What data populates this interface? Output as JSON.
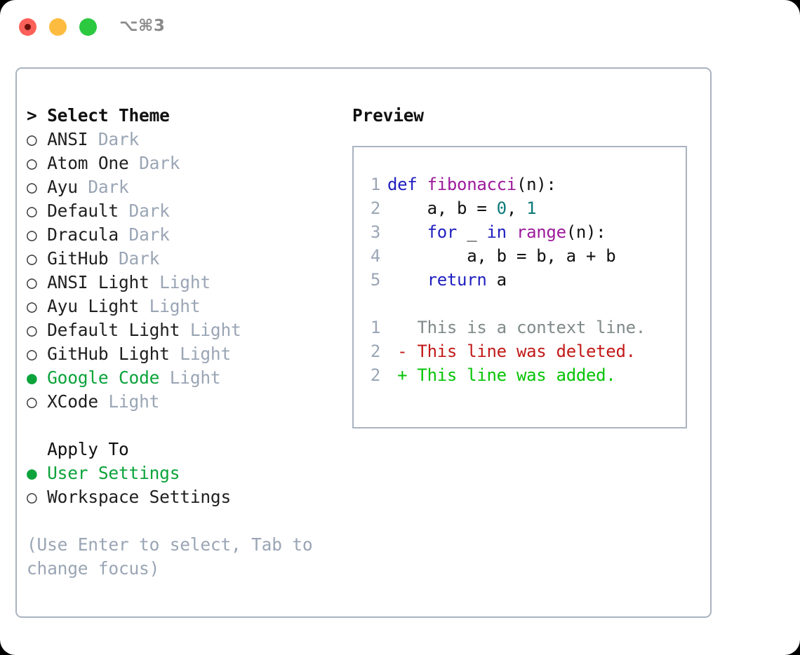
{
  "window": {
    "title": "⌥⌘3",
    "traffic_lights": [
      "close-red-record",
      "minimize-yellow",
      "maximize-green"
    ]
  },
  "theme_list": {
    "header": "> Select Theme",
    "options": [
      {
        "bullet": "○",
        "label": "ANSI",
        "suffix": "Dark",
        "selected": false
      },
      {
        "bullet": "○",
        "label": "Atom One",
        "suffix": "Dark",
        "selected": false
      },
      {
        "bullet": "○",
        "label": "Ayu",
        "suffix": "Dark",
        "selected": false
      },
      {
        "bullet": "○",
        "label": "Default",
        "suffix": "Dark",
        "selected": false
      },
      {
        "bullet": "○",
        "label": "Dracula",
        "suffix": "Dark",
        "selected": false
      },
      {
        "bullet": "○",
        "label": "GitHub",
        "suffix": "Dark",
        "selected": false
      },
      {
        "bullet": "○",
        "label": "ANSI Light",
        "suffix": "Light",
        "selected": false
      },
      {
        "bullet": "○",
        "label": "Ayu Light",
        "suffix": "Light",
        "selected": false
      },
      {
        "bullet": "○",
        "label": "Default Light",
        "suffix": "Light",
        "selected": false
      },
      {
        "bullet": "○",
        "label": "GitHub Light",
        "suffix": "Light",
        "selected": false
      },
      {
        "bullet": "●",
        "label": "Google Code",
        "suffix": "Light",
        "selected": true
      },
      {
        "bullet": "○",
        "label": "XCode",
        "suffix": "Light",
        "selected": false
      }
    ]
  },
  "apply_to": {
    "header": "  Apply To",
    "options": [
      {
        "bullet": "●",
        "label": "User Settings",
        "selected": true
      },
      {
        "bullet": "○",
        "label": "Workspace Settings",
        "selected": false
      }
    ]
  },
  "hint": "(Use Enter to select, Tab to change focus)",
  "preview": {
    "title": "Preview",
    "code_lines": [
      {
        "num": "1",
        "tokens": [
          {
            "t": "def ",
            "c": "kw"
          },
          {
            "t": "fibonacci",
            "c": "fn"
          },
          {
            "t": "(n):",
            "c": "pun"
          }
        ]
      },
      {
        "num": "2",
        "tokens": [
          {
            "t": "    a, b = ",
            "c": "pun"
          },
          {
            "t": "0",
            "c": "num"
          },
          {
            "t": ", ",
            "c": "pun"
          },
          {
            "t": "1",
            "c": "num"
          }
        ]
      },
      {
        "num": "3",
        "tokens": [
          {
            "t": "    ",
            "c": "pun"
          },
          {
            "t": "for",
            "c": "kw"
          },
          {
            "t": " _ ",
            "c": "pun"
          },
          {
            "t": "in",
            "c": "kw"
          },
          {
            "t": " ",
            "c": "pun"
          },
          {
            "t": "range",
            "c": "fn"
          },
          {
            "t": "(n):",
            "c": "pun"
          }
        ]
      },
      {
        "num": "4",
        "tokens": [
          {
            "t": "        a, b = b, a + b",
            "c": "pun"
          }
        ]
      },
      {
        "num": "5",
        "tokens": [
          {
            "t": "    ",
            "c": "pun"
          },
          {
            "t": "return",
            "c": "kw"
          },
          {
            "t": " a",
            "c": "pun"
          }
        ]
      }
    ],
    "diff_lines": [
      {
        "num": "1",
        "marker": " ",
        "text": " This is a context line.",
        "kind": "ctx"
      },
      {
        "num": "2",
        "marker": "-",
        "text": " This line was deleted.",
        "kind": "del"
      },
      {
        "num": "2",
        "marker": "+",
        "text": " This line was added.",
        "kind": "add"
      }
    ]
  },
  "colors": {
    "accent_green": "#0ba33a",
    "muted_blue_grey": "#9aa5b5",
    "border": "#aab3c0",
    "keyword": "#2020c0",
    "function": "#9c1a9c",
    "number": "#0d7a7a",
    "diff_added": "#06c406",
    "diff_deleted": "#c31919",
    "diff_context": "#808a8a"
  }
}
